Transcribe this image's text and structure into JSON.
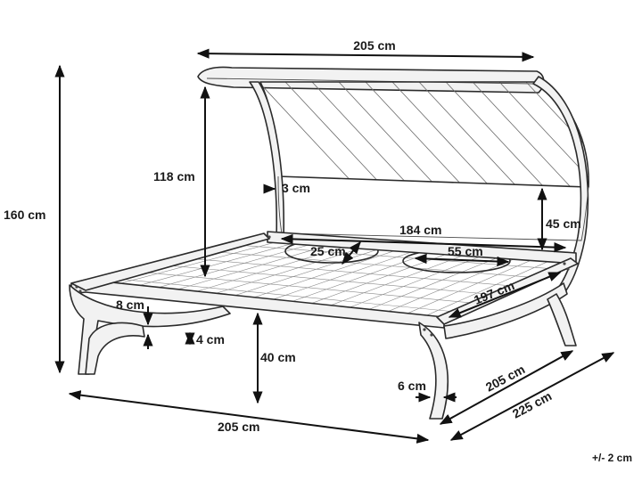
{
  "dimensions": {
    "canopy_width": "205 cm",
    "canopy_height": "118 cm",
    "canopy_gap": "3 cm",
    "total_height": "160 cm",
    "canopy_drop": "45 cm",
    "inner_length": "184 cm",
    "pillow_small": "25 cm",
    "pillow_large": "55 cm",
    "bed_diagonal": "197 cm",
    "beam_height": "8 cm",
    "foot_height": "4 cm",
    "bed_height": "40 cm",
    "leg_width": "6 cm",
    "bed_depth": "205 cm",
    "total_depth": "225 cm",
    "bed_length": "205 cm"
  },
  "tolerance": "+/- 2 cm"
}
